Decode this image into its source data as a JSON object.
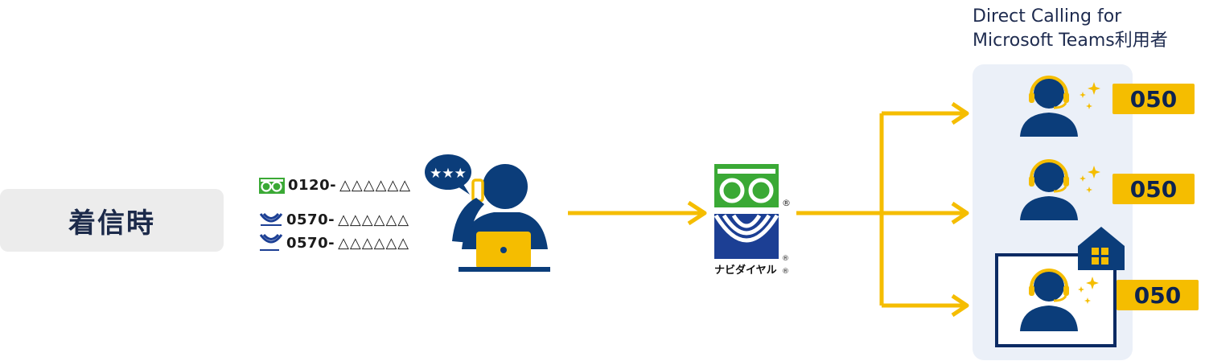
{
  "incoming": {
    "label": "着信時"
  },
  "numbers": [
    {
      "type": "freedial",
      "prefix": "0120-",
      "masked": "△△△△△△"
    },
    {
      "type": "navidial",
      "prefix": "0570-",
      "masked": "△△△△△△"
    },
    {
      "type": "navidial",
      "prefix": "0570-",
      "masked": "△△△△△△"
    }
  ],
  "caller": {
    "bubble": "★★★"
  },
  "service_logos": {
    "navidial_text": "ナビダイヤル",
    "registered": "®"
  },
  "panel": {
    "title_line1": "Direct Calling for",
    "title_line2": "Microsoft Teams利用者"
  },
  "users": [
    {
      "number": "050"
    },
    {
      "number": "050"
    },
    {
      "number": "050"
    }
  ],
  "colors": {
    "navy": "#0b3d7a",
    "yellow": "#f5bd00",
    "green": "#3aa935",
    "panel": "#ebf0f8"
  }
}
